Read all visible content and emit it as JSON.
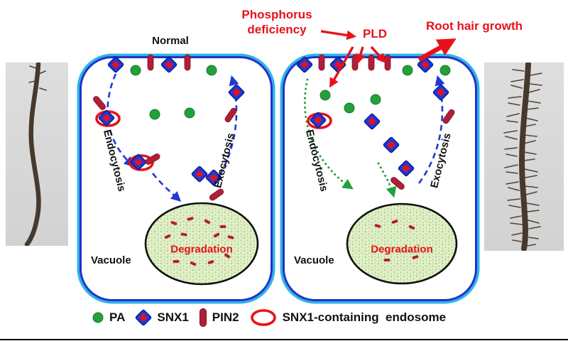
{
  "header": {
    "normal": "Normal",
    "phosphorus_deficiency": "Phosphorus\ndeficiency",
    "pld": "PLD",
    "root_hair_growth": "Root hair growth"
  },
  "left_cell": {
    "endocytosis": "Endocytosis",
    "exocytosis": "Exocytosis",
    "vacuole": "Vacuole",
    "degradation": "Degradation"
  },
  "right_cell": {
    "endocytosis": "Endocytosis",
    "exocytosis": "Exocytosis",
    "vacuole": "Vacuole",
    "degradation": "Degradation"
  },
  "legend": {
    "items": [
      {
        "icon": "pa-circle-icon",
        "label": "PA"
      },
      {
        "icon": "snx1-diamond-icon",
        "label": "SNX1"
      },
      {
        "icon": "pin2-bar-icon",
        "label": "PIN2"
      },
      {
        "icon": "snx1-endosome-ring-icon",
        "label": "SNX1-containing  endosome"
      }
    ]
  },
  "colors": {
    "green": "#23a03c",
    "blue": "#2138d6",
    "blue-dark": "#0a1f8f",
    "red": "#e8111a",
    "maroon": "#b01e38",
    "cyan": "#2db5e6",
    "cell-blue": "#2331cc",
    "vac-base": "#e3f0cb",
    "vac-tex": "#aed284",
    "photo-bg": "#d9d9d9",
    "ink": "#111111"
  }
}
